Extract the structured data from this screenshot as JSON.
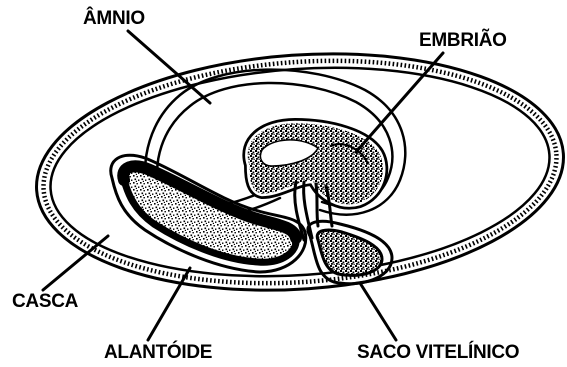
{
  "labels": {
    "amnio": "ÂMNIO",
    "embriao": "EMBRIÃO",
    "casca": "CASCA",
    "alantoide": "ALANTÓIDE",
    "saco_vitelinico": "SACO VITELÍNICO"
  },
  "colors": {
    "line": "#000000",
    "background": "#ffffff",
    "stipple": "#000000"
  }
}
